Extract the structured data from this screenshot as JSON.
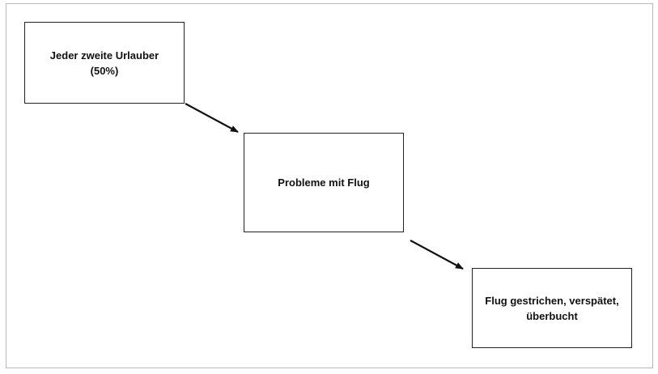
{
  "diagram": {
    "nodes": [
      {
        "id": "node-1",
        "label": "Jeder zweite Urlauber\n(50%)"
      },
      {
        "id": "node-2",
        "label": "Probleme mit Flug"
      },
      {
        "id": "node-3",
        "label": "Flug gestrichen, verspätet,\nüberbucht"
      }
    ],
    "edges": [
      {
        "from": "node-1",
        "to": "node-2"
      },
      {
        "from": "node-2",
        "to": "node-3"
      }
    ],
    "colors": {
      "stroke": "#222222",
      "frame": "#b8b8b8",
      "background": "#ffffff"
    }
  }
}
